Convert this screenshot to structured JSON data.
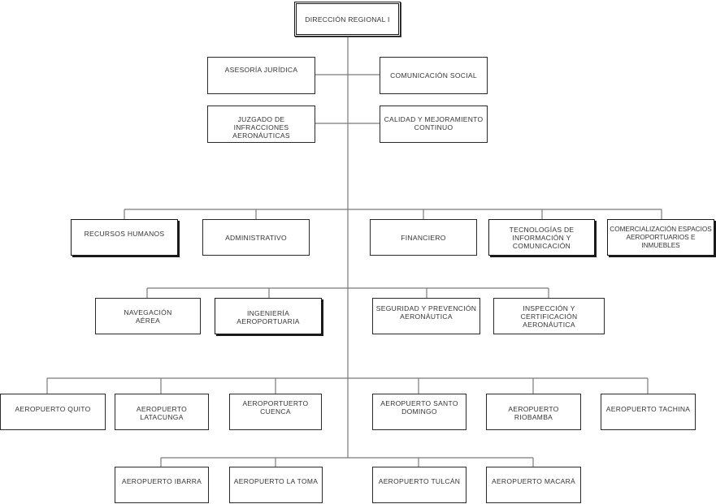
{
  "org_chart": {
    "root": "DIRECCIÓN REGIONAL I",
    "advisory": {
      "legal": "ASESORÍA JURÍDICA",
      "communication": "COMUNICACIÓN SOCIAL",
      "court": "JUZGADO DE INFRACCIONES\nAERONÁUTICAS",
      "quality": "CALIDAD Y MEJORAMIENTO\nCONTINUO"
    },
    "support": {
      "hr": "RECURSOS HUMANOS",
      "admin": "ADMINISTRATIVO",
      "finance": "FINANCIERO",
      "it": "TECNOLOGÍAS DE\nINFORMACIÓN Y\nCOMUNICACIÓN",
      "commercial": "COMERCIALIZACIÓN ESPACIOS\nAEROPORTUARIOS E\nINMUEBLES"
    },
    "operational": {
      "navigation": "NAVEGACIÓN\nAÉREA",
      "engineering": "INGENIERÍA AEROPORTUARIA",
      "security": "SEGURIDAD Y PREVENCIÓN\nAERONÁUTICA",
      "inspection": "INSPECCIÓN Y CERTIFICACIÓN\nAERONÁUTICA"
    },
    "airports_row1": {
      "quito": "AEROPUERTO  QUITO",
      "latacunga": "AEROPUERTO  LATACUNGA",
      "cuenca": "AEROPORTUERTO\nCUENCA",
      "santo_domingo": "AEROPUERTO SANTO\nDOMINGO",
      "riobamba": "AEROPUERTO RIOBAMBA",
      "tachina": "AEROPUERTO TACHINA"
    },
    "airports_row2": {
      "ibarra": "AEROPUERTO IBARRA",
      "la_toma": "AEROPUERTO LA TOMA",
      "tulcan": "AEROPUERTO TULCÁN",
      "macara": "AEROPUERTO MACARÁ"
    }
  }
}
